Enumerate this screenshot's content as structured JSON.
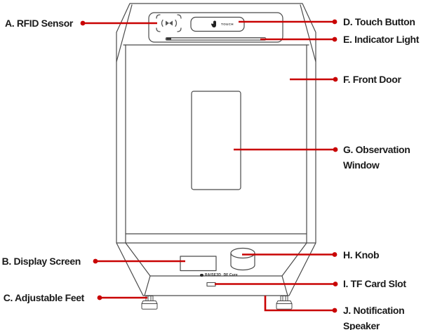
{
  "diagram": {
    "colors": {
      "leader": "#c90303",
      "outline": "#4a4a4a",
      "text": "#1a1a1a"
    },
    "labels": {
      "a": "A. RFID Sensor",
      "b": "B. Display Screen",
      "c": "C. Adjustable Feet",
      "d": "D. Touch Button",
      "e": "E. Indicator Light",
      "f": "F. Front Door",
      "g": "G. Observation Window",
      "h": "H. Knob",
      "i": "I. TF Card Slot",
      "j": "J. Notification Speaker"
    },
    "device": {
      "touch_button_text": "TOUCH",
      "brand": "RAISE3D",
      "model": "DF Cure"
    }
  }
}
